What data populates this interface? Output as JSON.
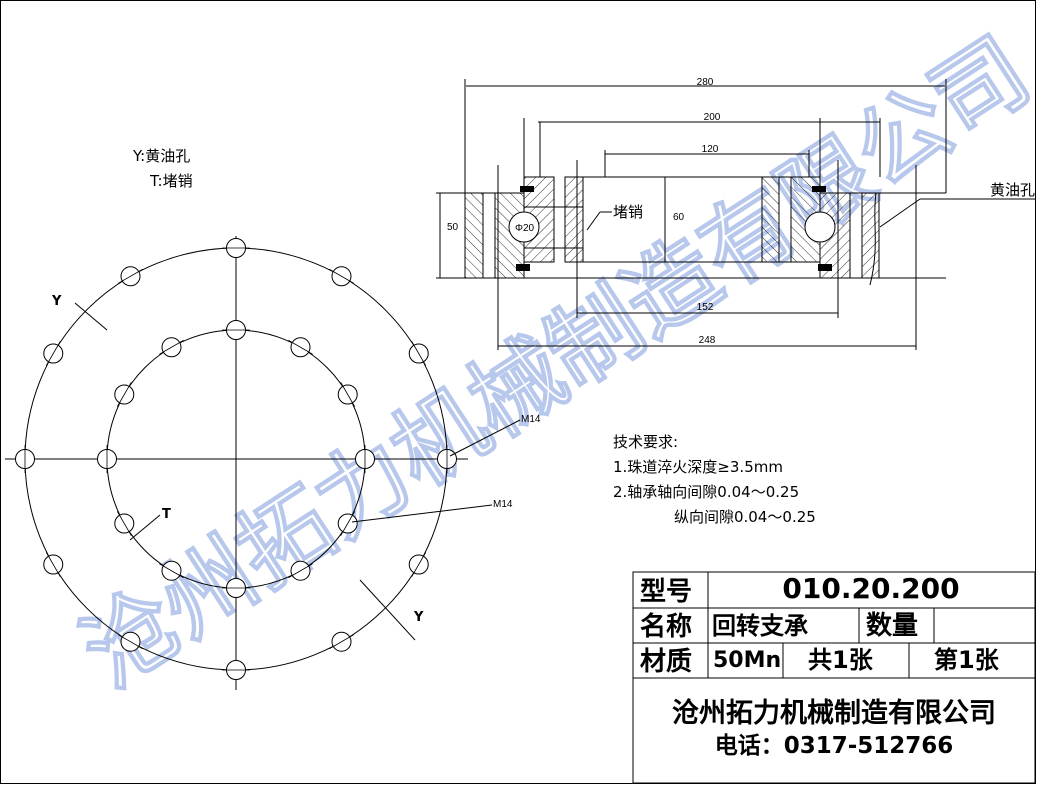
{
  "legend": {
    "y_label": "Y:黄油孔",
    "t_label": "T:堵销"
  },
  "plan_view": {
    "label_y_1": "Y",
    "label_t": "T",
    "label_y_2": "Y",
    "thread_1": "M14",
    "thread_2": "M14"
  },
  "section": {
    "dims": {
      "d280": "280",
      "d200": "200",
      "d120": "120",
      "d152": "152",
      "d248": "248",
      "h50": "50",
      "h60": "60"
    },
    "ball": "Φ20",
    "plug_label": "堵销",
    "grease_label": "黄油孔"
  },
  "tech": {
    "title": "技术要求:",
    "line1": "1.珠道淬火深度≥3.5mm",
    "line2": "2.轴承轴向间隙0.04～0.25",
    "line3": "纵向间隙0.04～0.25"
  },
  "title_block": {
    "model_label": "型号",
    "model_value": "010.20.200",
    "name_label": "名称",
    "name_value": "回转支承",
    "qty_label": "数量",
    "qty_value": "",
    "material_label": "材质",
    "material_value": "50Mn",
    "total_sheets": "共1张",
    "sheet_no": "第1张",
    "company": "沧州拓力机械制造有限公司",
    "phone": "电话：0317-512766"
  },
  "watermark": "沧州拓力机械制造有限公司"
}
